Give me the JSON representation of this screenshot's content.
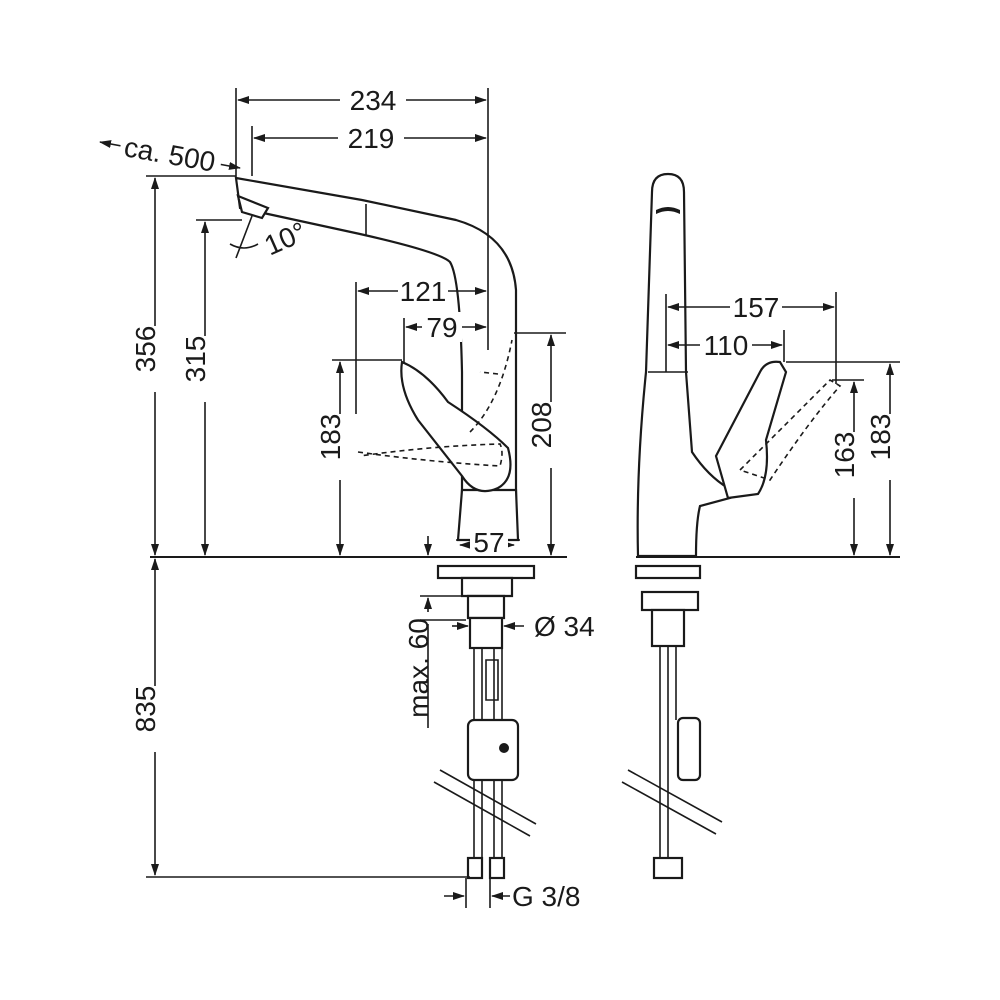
{
  "front_view": {
    "width_overall": "234",
    "width_spout": "219",
    "pull_out": "ca. 500",
    "spout_angle": "10°",
    "total_height": "356",
    "outlet_height": "315",
    "handle_reach": "121",
    "handle_offset": "79",
    "handle_height": "183",
    "body_height": "208",
    "base_diameter": "57",
    "below_counter": "835",
    "max_thickness": "max. 60",
    "hole_diameter": "Ø 34",
    "connection": "G 3/8"
  },
  "side_view": {
    "lever_reach": "157",
    "lever_offset": "110",
    "lever_height_a": "163",
    "lever_height_b": "183"
  }
}
